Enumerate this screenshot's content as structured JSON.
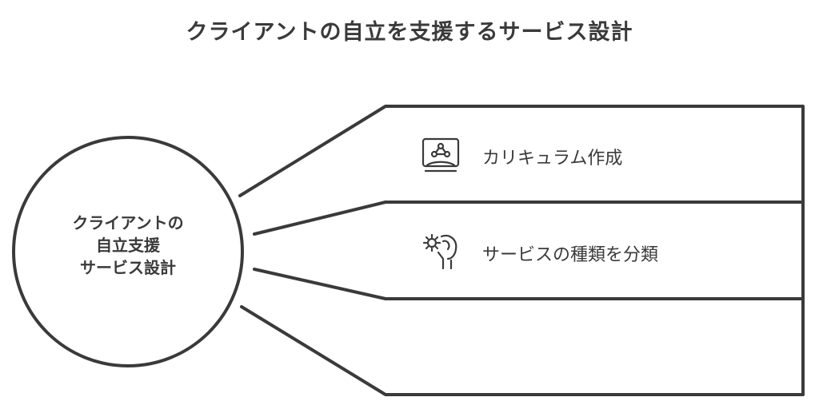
{
  "title": "クライアントの自立を支援するサービス設計",
  "center": {
    "lines": [
      "クライアントの",
      "自立支援",
      "サービス設計"
    ]
  },
  "branches": [
    {
      "label": "カリキュラム作成",
      "icon": "presentation-icon"
    },
    {
      "label": "サービスの種類を分類",
      "icon": "gear-hand-icon"
    },
    {
      "label": "",
      "icon": ""
    }
  ],
  "colors": {
    "stroke": "#3a3a3a",
    "background": "#ffffff"
  }
}
